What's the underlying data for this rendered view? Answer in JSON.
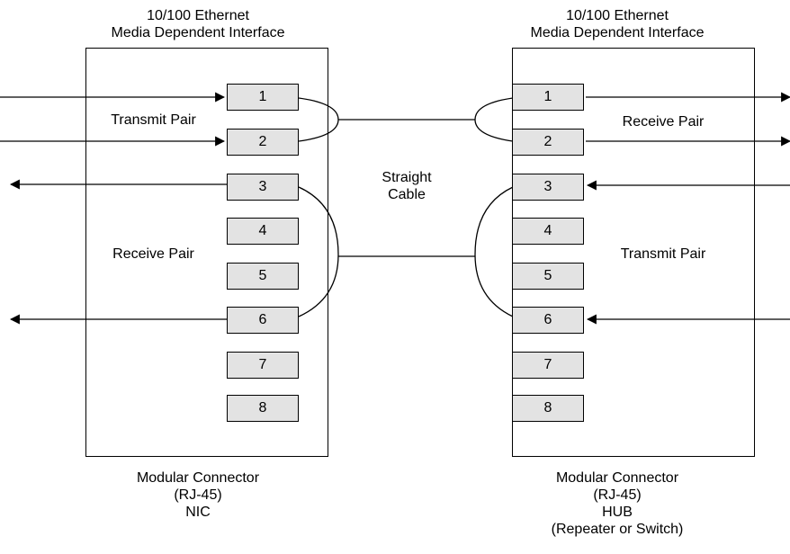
{
  "left": {
    "header": [
      "10/100 Ethernet",
      "Media Dependent Interface"
    ],
    "pins": [
      "1",
      "2",
      "3",
      "4",
      "5",
      "6",
      "7",
      "8"
    ],
    "transmit_label": "Transmit Pair",
    "receive_label": "Receive Pair",
    "footer": [
      "Modular Connector",
      "(RJ-45)",
      "NIC"
    ]
  },
  "right": {
    "header": [
      "10/100 Ethernet",
      "Media Dependent Interface"
    ],
    "pins": [
      "1",
      "2",
      "3",
      "4",
      "5",
      "6",
      "7",
      "8"
    ],
    "receive_label": "Receive Pair",
    "transmit_label": "Transmit Pair",
    "footer": [
      "Modular Connector",
      "(RJ-45)",
      "HUB",
      "(Repeater or Switch)"
    ]
  },
  "cable_label": [
    "Straight",
    "Cable"
  ]
}
